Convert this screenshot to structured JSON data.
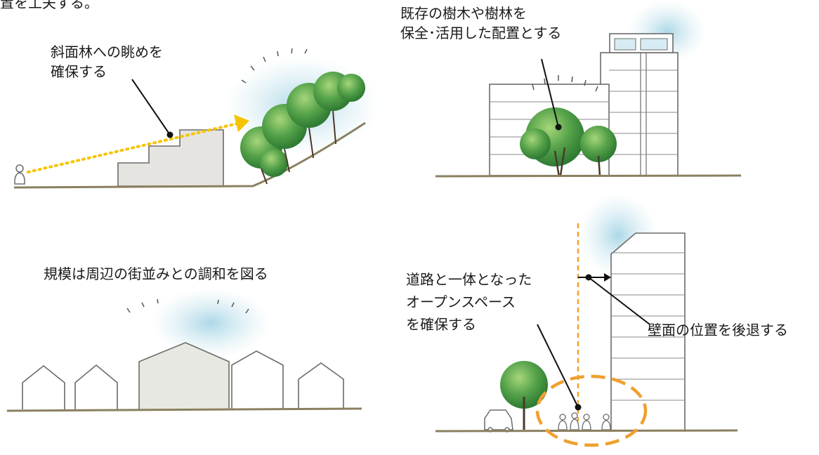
{
  "panels": {
    "slope_forest": {
      "caption": [
        "斜面林への眺めを",
        "確保する"
      ]
    },
    "existing_trees": {
      "caption": [
        "既存の樹木や樹林を",
        "保全･活用した配置とする"
      ]
    },
    "townscape": {
      "caption": "規模は周辺の街並みとの調和を図る"
    },
    "open_space": {
      "caption": [
        "道路と一体となった",
        "オープンスペース",
        "を確保する"
      ],
      "setback_caption": "壁面の位置を後退する"
    }
  },
  "top_fragment": "置を工夫する。",
  "colors": {
    "ground": "#8a8060",
    "sketch": "#6b6b6b",
    "tree_green": "#3f8a3a",
    "tree_light": "#8cc66a",
    "sky_blue": "#9ecfe0",
    "arrow_yellow": "#f5c400",
    "accent_orange": "#f0a030"
  }
}
